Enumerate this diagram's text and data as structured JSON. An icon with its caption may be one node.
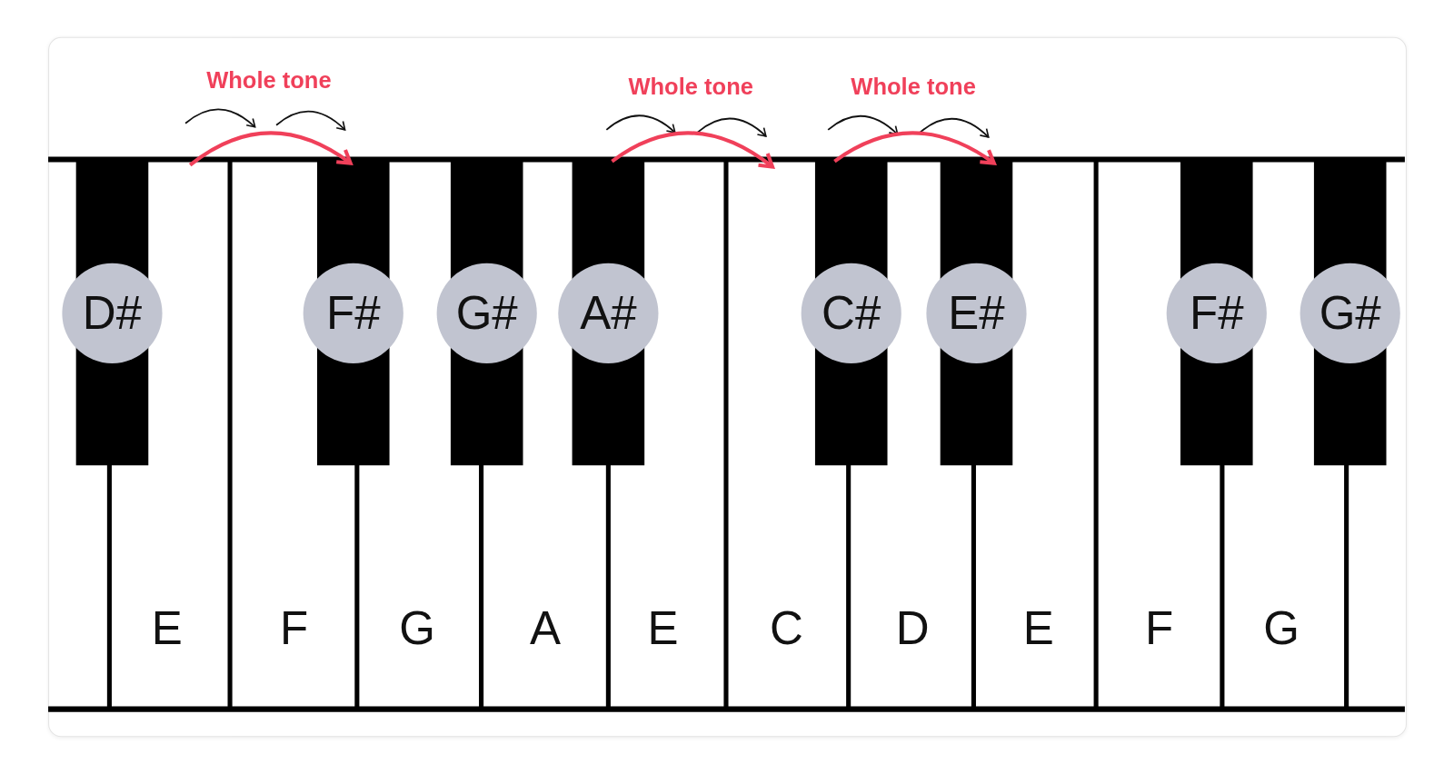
{
  "diagram": {
    "nodes": [
      {
        "text": [
          "D#"
        ]
      },
      {
        "text": [
          "F#"
        ]
      },
      {
        "text": [
          "G#"
        ]
      },
      {
        "text": [
          "A#"
        ]
      },
      {
        "text": [
          "C#"
        ]
      },
      {
        "text": [
          "E#"
        ]
      },
      {
        "text": [
          "F#"
        ]
      },
      {
        "text": [
          "G#"
        ]
      },
      {
        "text": [
          "E"
        ]
      },
      {
        "text": [
          "F"
        ]
      },
      {
        "text": [
          "G"
        ]
      },
      {
        "text": [
          "A"
        ]
      },
      {
        "text": [
          "E"
        ]
      },
      {
        "text": [
          "C"
        ]
      },
      {
        "text": [
          "D"
        ]
      },
      {
        "text": [
          "E"
        ]
      },
      {
        "text": [
          "F"
        ]
      },
      {
        "text": [
          "G"
        ]
      }
    ],
    "edges": [
      {
        "from": 8,
        "to": 1,
        "arrow": "to",
        "label": "Whole tone"
      },
      {
        "from": 3,
        "to": 13,
        "arrow": "to",
        "label": "Whole tone"
      },
      {
        "from": 4,
        "to": 5,
        "arrow": "to",
        "label": "Whole tone"
      }
    ]
  }
}
